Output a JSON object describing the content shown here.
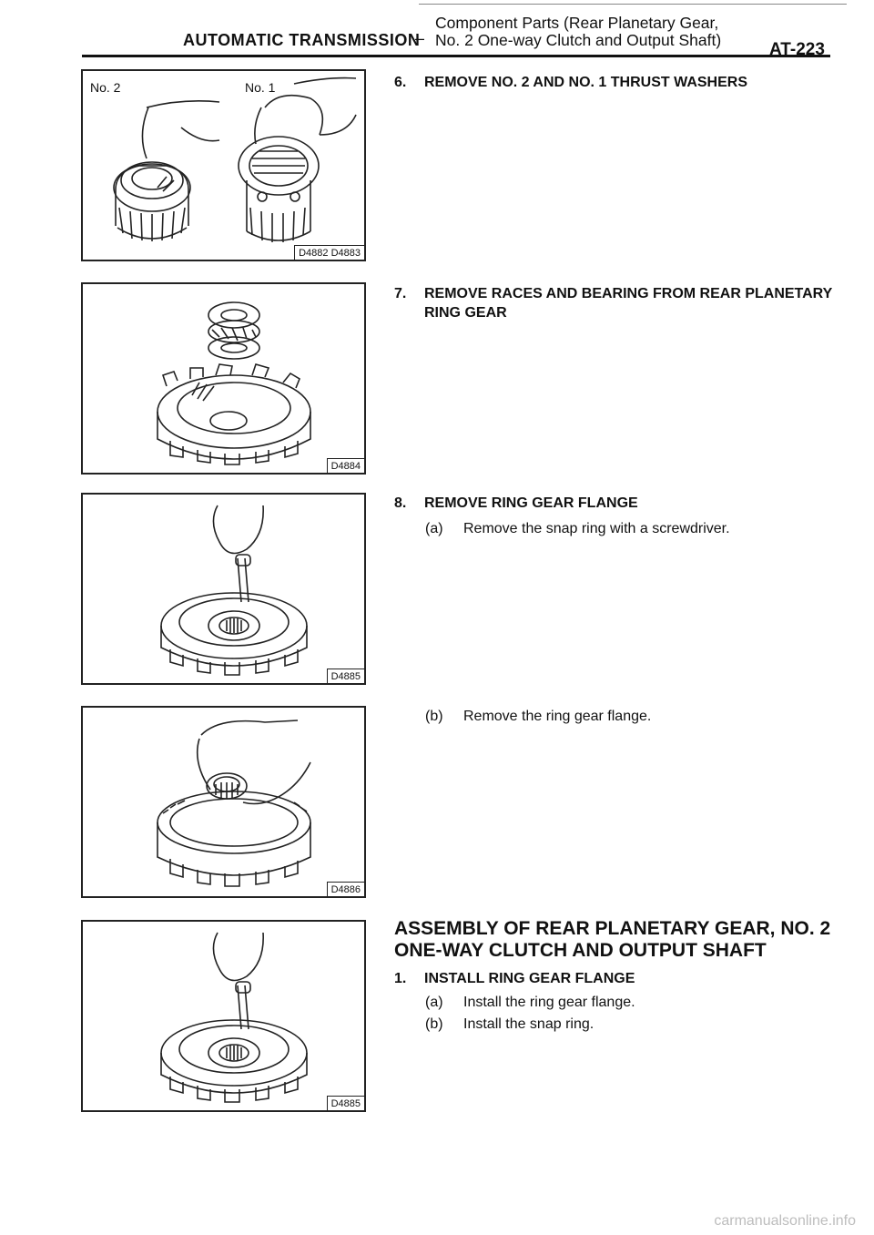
{
  "header": {
    "section": "AUTOMATIC TRANSMISSION",
    "dash": "–",
    "subtitle_line1": "Component Parts (Rear Planetary Gear,",
    "subtitle_line2": "No. 2 One-way Clutch and Output Shaft)",
    "page_number": "AT-223"
  },
  "figures": [
    {
      "code": "D4882 D4883",
      "label_left": "No. 2",
      "label_right": "No. 1"
    },
    {
      "code": "D4884"
    },
    {
      "code": "D4885"
    },
    {
      "code": "D4886"
    },
    {
      "code": "D4885"
    }
  ],
  "steps": {
    "s6": {
      "num": "6.",
      "text": "REMOVE NO. 2 AND NO. 1 THRUST WASHERS"
    },
    "s7": {
      "num": "7.",
      "text": "REMOVE RACES AND BEARING FROM REAR PLANETARY RING GEAR"
    },
    "s8": {
      "num": "8.",
      "text": "REMOVE RING GEAR FLANGE",
      "a_tag": "(a)",
      "a_text": "Remove the snap ring with a screwdriver.",
      "b_tag": "(b)",
      "b_text": "Remove the ring gear flange."
    }
  },
  "assembly": {
    "heading": "ASSEMBLY OF REAR PLANETARY GEAR, NO. 2 ONE-WAY CLUTCH AND OUTPUT SHAFT",
    "s1": {
      "num": "1.",
      "text": "INSTALL RING GEAR FLANGE",
      "a_tag": "(a)",
      "a_text": "Install the ring gear flange.",
      "b_tag": "(b)",
      "b_text": "Install the snap ring."
    }
  },
  "footer": {
    "watermark": "carmanualsonline.info"
  }
}
